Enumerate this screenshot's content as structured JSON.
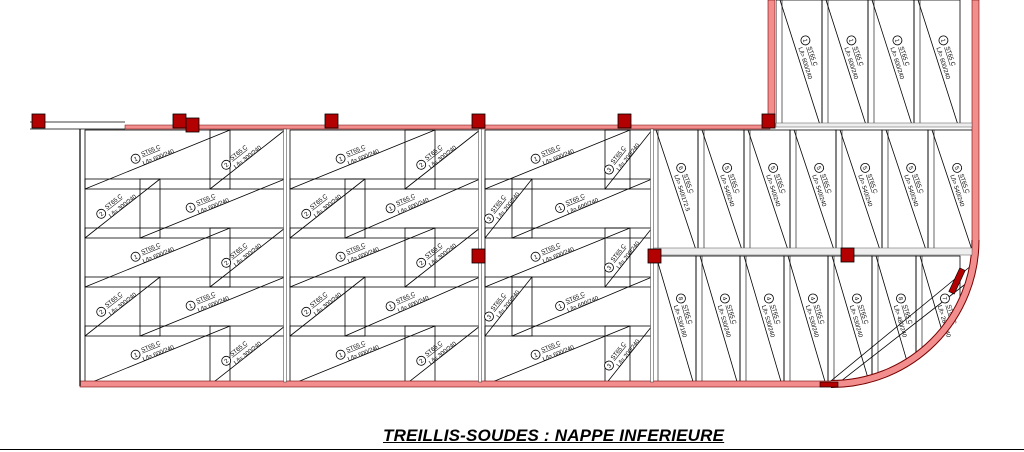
{
  "title": "TREILLIS-SOUDES : NAPPE INFERIEURE",
  "colors": {
    "wall": "#f28e8e",
    "column": "#b30000",
    "line": "#000000"
  },
  "steel": "ST65 C",
  "left_blocks": [
    {
      "rows": [
        [
          {
            "mark": "1",
            "dims": "L/l= 600/240"
          },
          {
            "mark": "2",
            "dims": "L/l= 300/240"
          }
        ],
        [
          {
            "mark": "2",
            "dims": "L/l= 300/240"
          },
          {
            "mark": "1",
            "dims": "L/l= 600/240"
          }
        ],
        [
          {
            "mark": "1",
            "dims": "L/l= 600/240"
          },
          {
            "mark": "2",
            "dims": "L/l= 300/240"
          }
        ],
        [
          {
            "mark": "2",
            "dims": "L/l= 300/240"
          },
          {
            "mark": "1",
            "dims": "L/l= 600/240"
          }
        ],
        [
          {
            "mark": "1",
            "dims": "L/l= 600/240"
          },
          {
            "mark": "2",
            "dims": "L/l= 300/240"
          }
        ]
      ]
    },
    {
      "rows": [
        [
          {
            "mark": "1",
            "dims": "L/l= 600/240"
          },
          {
            "mark": "2",
            "dims": "L/l= 300/240"
          }
        ],
        [
          {
            "mark": "2",
            "dims": "L/l= 300/240"
          },
          {
            "mark": "1",
            "dims": "L/l= 600/240"
          }
        ],
        [
          {
            "mark": "1",
            "dims": "L/l= 600/240"
          },
          {
            "mark": "2",
            "dims": "L/l= 300/240"
          }
        ],
        [
          {
            "mark": "2",
            "dims": "L/l= 300/240"
          },
          {
            "mark": "1",
            "dims": "L/l= 600/240"
          }
        ],
        [
          {
            "mark": "1",
            "dims": "L/l= 600/240"
          },
          {
            "mark": "2",
            "dims": "L/l= 300/240"
          }
        ]
      ]
    },
    {
      "rows": [
        [
          {
            "mark": "1",
            "dims": "L/l= 600/240"
          },
          {
            "mark": "3",
            "dims": "L/l= 200/240"
          }
        ],
        [
          {
            "mark": "3",
            "dims": "L/l= 200/240"
          },
          {
            "mark": "1",
            "dims": "L/l= 600/240"
          }
        ],
        [
          {
            "mark": "1",
            "dims": "L/l= 600/240"
          },
          {
            "mark": "3",
            "dims": "L/l= 200/240"
          }
        ],
        [
          {
            "mark": "3",
            "dims": "L/l= 200/240"
          },
          {
            "mark": "1",
            "dims": "L/l= 600/240"
          }
        ],
        [
          {
            "mark": "1",
            "dims": "L/l= 600/240"
          },
          {
            "mark": "3",
            "dims": "L/l= 200/240"
          }
        ]
      ]
    }
  ],
  "top_strips": [
    {
      "mark": "1",
      "dims": "L/l= 600/240"
    },
    {
      "mark": "1",
      "dims": "L/l= 600/240"
    },
    {
      "mark": "1",
      "dims": "L/l= 600/240"
    },
    {
      "mark": "1",
      "dims": "L/l= 600/240"
    }
  ],
  "upper_right_strips": [
    {
      "mark": "6",
      "dims": "L/l= 540/172.5"
    },
    {
      "mark": "5",
      "dims": "L/l= 540/240"
    },
    {
      "mark": "5",
      "dims": "L/l= 540/240"
    },
    {
      "mark": "5",
      "dims": "L/l= 540/240"
    },
    {
      "mark": "5",
      "dims": "L/l= 540/240"
    },
    {
      "mark": "5",
      "dims": "L/l= 540/240"
    },
    {
      "mark": "5",
      "dims": "L/l= 540/240"
    }
  ],
  "lower_right_strips": [
    {
      "mark": "8",
      "dims": "L/l= 530/180"
    },
    {
      "mark": "4",
      "dims": "L/l= 530/240"
    },
    {
      "mark": "4",
      "dims": "L/l= 530/240"
    },
    {
      "mark": "4",
      "dims": "L/l= 530/240"
    },
    {
      "mark": "4",
      "dims": "L/l= 530/240"
    },
    {
      "mark": "8",
      "dims": "L/l= 480/240"
    },
    {
      "mark": "7",
      "dims": "L/l= 260/240"
    }
  ]
}
